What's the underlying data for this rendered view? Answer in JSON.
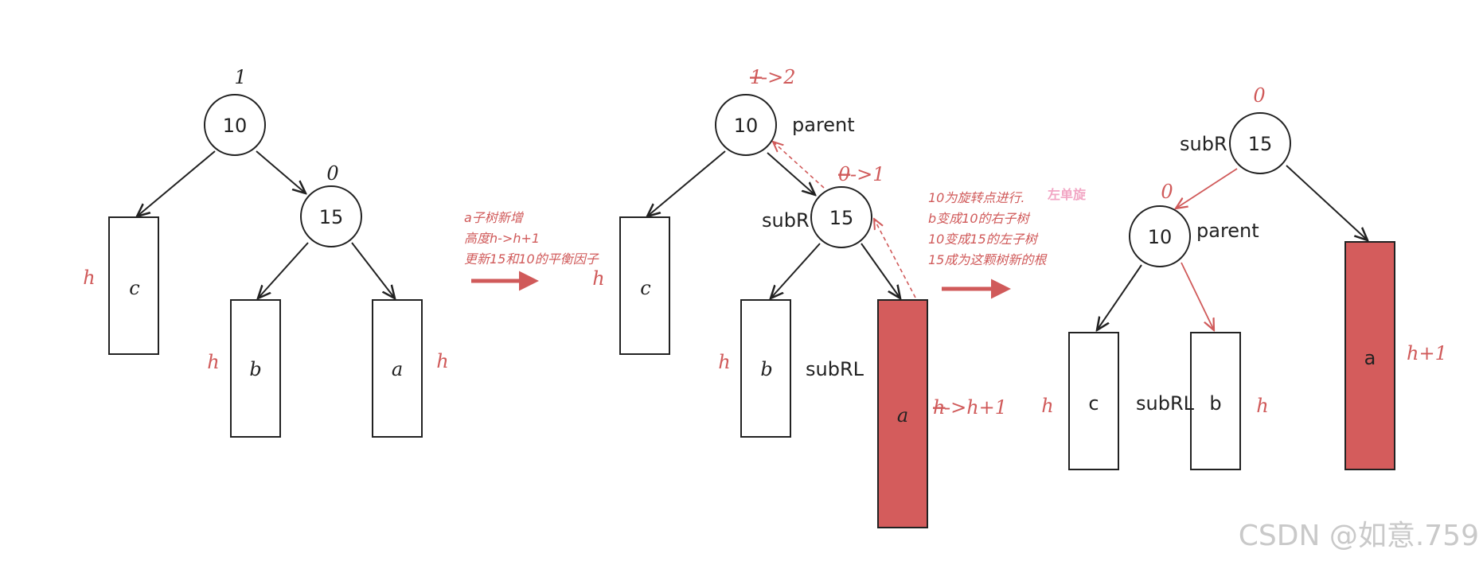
{
  "colors": {
    "accent": "#d05a5a",
    "subtree_fill": "#d45c5c",
    "stroke": "#222222",
    "pink_note": "#f2a6c4",
    "watermark": "#c9c9c9"
  },
  "panel1": {
    "root": {
      "value": "10",
      "balance": "1"
    },
    "child": {
      "value": "15",
      "balance": "0"
    },
    "subtree_c": {
      "name": "c",
      "height": "h"
    },
    "subtree_b": {
      "name": "b",
      "height": "h"
    },
    "subtree_a": {
      "name": "a",
      "height": "h"
    }
  },
  "note1": [
    "a子树新增",
    "高度h->h+1",
    "更新15和10的平衡因子"
  ],
  "panel2": {
    "root": {
      "value": "10",
      "label": "parent",
      "balance_old": "1",
      "balance_new": "->2"
    },
    "child": {
      "value": "15",
      "label": "subR",
      "balance_old": "0",
      "balance_new": "->1"
    },
    "subtree_c": {
      "name": "c",
      "height": "h"
    },
    "subtree_b": {
      "name": "b",
      "height": "h",
      "label": "subRL"
    },
    "subtree_a": {
      "name": "a",
      "height_old": "h",
      "height_new": "->h+1"
    }
  },
  "note2": [
    "10为旋转点进行.",
    "b变成10的右子树",
    "10变成15的左子树",
    "15成为这颗树新的根"
  ],
  "note2_tag": "左单旋",
  "panel3": {
    "root": {
      "value": "15",
      "label": "subR",
      "balance": "0"
    },
    "child": {
      "value": "10",
      "label": "parent",
      "balance": "0"
    },
    "subtree_c": {
      "name": "c",
      "height": "h"
    },
    "subtree_b": {
      "name": "b",
      "height": "h",
      "label": "subRL"
    },
    "subtree_a": {
      "name": "a",
      "height": "h+1"
    }
  },
  "watermark": "CSDN @如意.759"
}
